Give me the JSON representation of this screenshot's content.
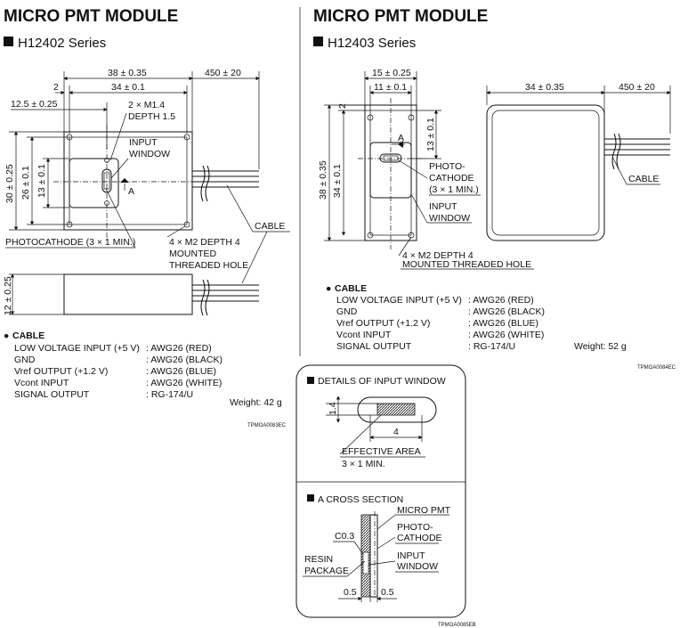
{
  "left": {
    "title": "MICRO PMT MODULE",
    "series": "H12402 Series",
    "dims": {
      "width_total": "38 ± 0.35",
      "cable_len": "450 ± 20",
      "inner_width": "34 ± 0.1",
      "offset": "2",
      "hole_offset": "12.5 ± 0.25",
      "screw": "2 × M1.4",
      "depth": "DEPTH 1.5",
      "height_total": "30 ± 0.25",
      "inner_height": "26 ± 0.1",
      "window_height": "13 ± 0.1",
      "thickness": "12 ± 0.25"
    },
    "labels": {
      "input_window_1": "INPUT",
      "input_window_2": "WINDOW",
      "section_a": "A",
      "photocathode": "PHOTOCATHODE (3 × 1 MIN.)",
      "mount_1": "4 × M2 DEPTH 4",
      "mount_2": "MOUNTED",
      "mount_3": "THREADED HOLE",
      "cable": "CABLE"
    },
    "cable_heading": "CABLE",
    "cable_rows": [
      {
        "name": "LOW VOLTAGE INPUT (+5 V)",
        "spec": ": AWG26 (RED)"
      },
      {
        "name": "GND",
        "spec": ": AWG26 (BLACK)"
      },
      {
        "name": "Vref OUTPUT (+1.2 V)",
        "spec": ": AWG26 (BLUE)"
      },
      {
        "name": "Vcont INPUT",
        "spec": ": AWG26 (WHITE)"
      },
      {
        "name": "SIGNAL OUTPUT",
        "spec": ": RG-174/U"
      }
    ],
    "weight": "Weight: 42 g",
    "code": "TPMOA0083EC"
  },
  "right": {
    "title": "MICRO PMT MODULE",
    "series": "H12403 Series",
    "dims": {
      "width_total": "15 ± 0.25",
      "inner_width": "11 ± 0.1",
      "offset": "2",
      "window_height": "13 ± 0.1",
      "height_total": "38 ± 0.35",
      "inner_height": "34 ± 0.1",
      "side_width": "34 ± 0.35",
      "cable_len": "450 ± 20"
    },
    "labels": {
      "section_a": "A",
      "photo_1": "PHOTO-",
      "photo_2": "CATHODE",
      "photo_3": "(3 × 1 MIN.)",
      "input_window_1": "INPUT",
      "input_window_2": "WINDOW",
      "mount_1": "4 × M2 DEPTH 4",
      "mount_2": "MOUNTED THREADED HOLE",
      "cable": "CABLE"
    },
    "cable_heading": "CABLE",
    "cable_rows": [
      {
        "name": "LOW VOLTAGE INPUT (+5 V)",
        "spec": ": AWG26 (RED)"
      },
      {
        "name": "GND",
        "spec": ": AWG26 (BLACK)"
      },
      {
        "name": "Vref OUTPUT (+1.2 V)",
        "spec": ": AWG26 (BLUE)"
      },
      {
        "name": "Vcont INPUT",
        "spec": ": AWG26 (WHITE)"
      },
      {
        "name": "SIGNAL OUTPUT",
        "spec": ": RG-174/U"
      }
    ],
    "weight": "Weight: 52 g",
    "code": "TPMOA0084EC"
  },
  "details": {
    "heading": "DETAILS OF INPUT WINDOW",
    "height": "1.4",
    "width": "4",
    "effective_area_1": "EFFECTIVE AREA",
    "effective_area_2": "3 × 1 MIN.",
    "cross_heading": "A CROSS SECTION",
    "micro_pmt": "MICRO PMT",
    "photo_1": "PHOTO-",
    "photo_2": "CATHODE",
    "c03": "C0.3",
    "resin_1": "RESIN",
    "resin_2": "PACKAGE",
    "input_1": "INPUT",
    "input_2": "WINDOW",
    "dim_a": "0.5",
    "dim_b": "0.5",
    "code": "TPMOA0085EB"
  }
}
